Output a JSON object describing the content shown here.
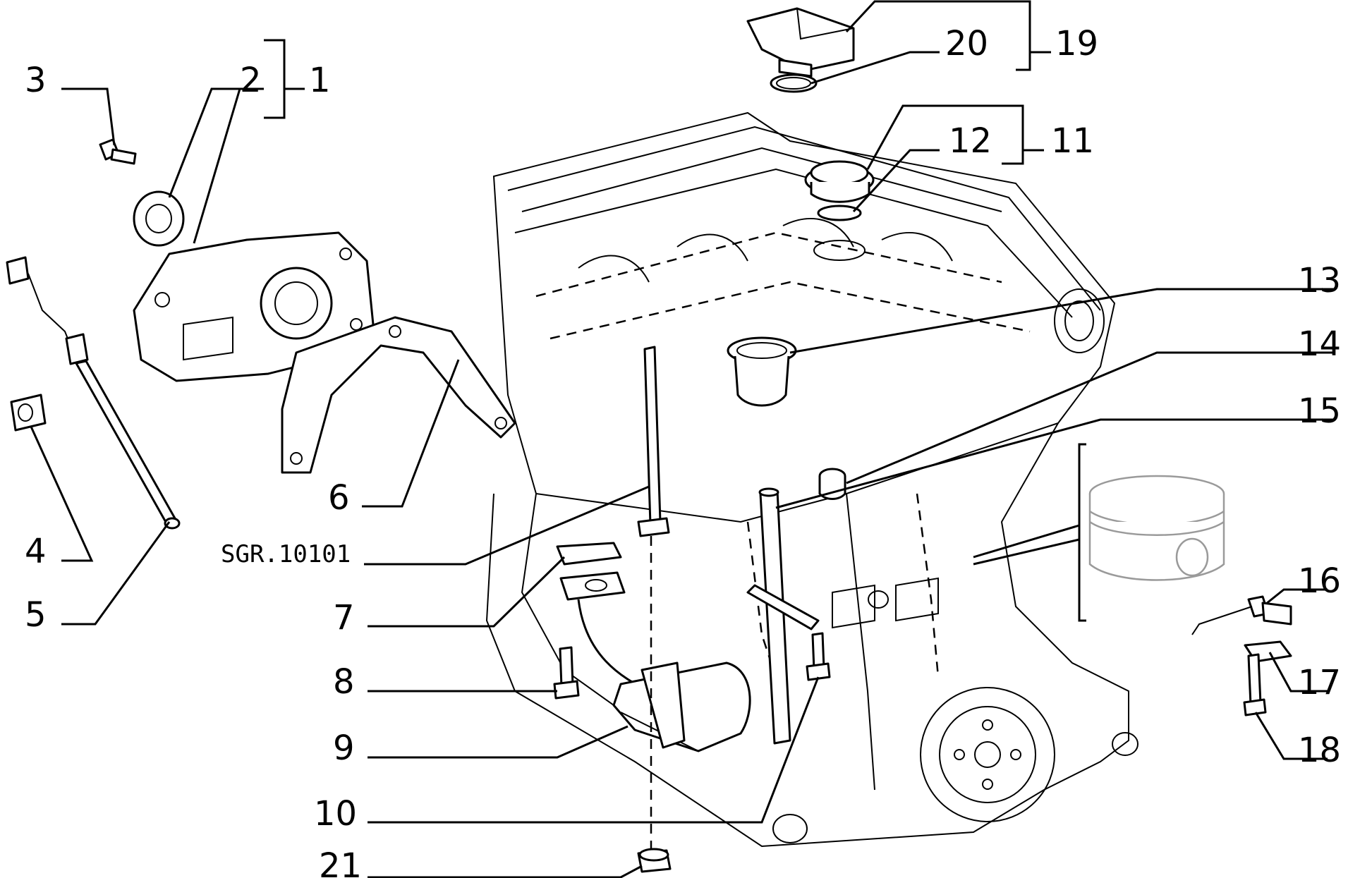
{
  "diagram": {
    "reference_code": "SGR.10101",
    "callouts": {
      "c1": "1",
      "c2": "2",
      "c3": "3",
      "c4": "4",
      "c5": "5",
      "c6": "6",
      "c7": "7",
      "c8": "8",
      "c9": "9",
      "c10": "10",
      "c11": "11",
      "c12": "12",
      "c13": "13",
      "c14": "14",
      "c15": "15",
      "c16": "16",
      "c17": "17",
      "c18": "18",
      "c19": "19",
      "c20": "20",
      "c21": "21"
    }
  }
}
